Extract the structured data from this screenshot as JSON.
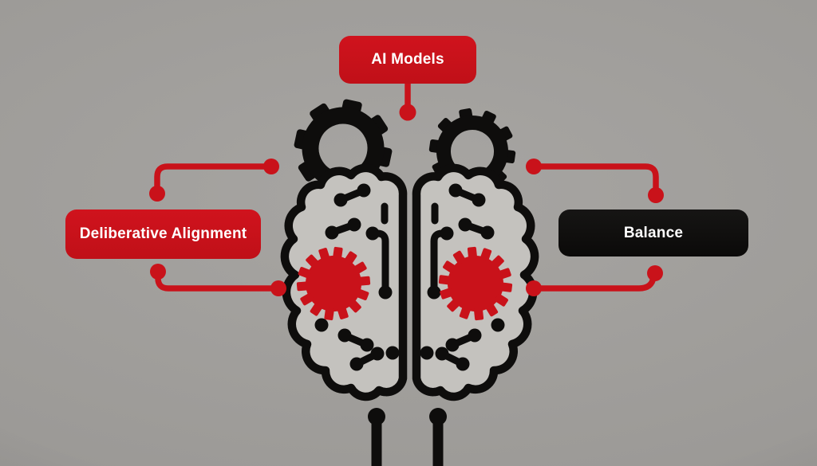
{
  "diagram": {
    "type": "infographic",
    "background_color": "#9c9a97",
    "accent_red": "#c9121a",
    "ink_black": "#0e0d0c",
    "brain_fill": "#c4c2be",
    "label_text_color": "#ffffff",
    "center_icon": "brain-circuit-with-gears-icon",
    "nodes": {
      "ai_models": {
        "label": "AI Models",
        "fill": "#c9121a"
      },
      "deliberative_alignment": {
        "label": "Deliberative Alignment",
        "fill": "#c9121a"
      },
      "balance": {
        "label": "Balance",
        "fill": "#0e0d0c"
      }
    },
    "edges": [
      {
        "from": "ai_models",
        "to": "brain",
        "style": "red-dot-connector"
      },
      {
        "from": "deliberative_alignment",
        "to": "brain-left-top",
        "style": "red-dot-connector"
      },
      {
        "from": "deliberative_alignment",
        "to": "brain-left-gear",
        "style": "red-dot-connector"
      },
      {
        "from": "balance",
        "to": "brain-right-top",
        "style": "red-dot-connector"
      },
      {
        "from": "balance",
        "to": "brain-right-gear",
        "style": "red-dot-connector"
      }
    ]
  }
}
